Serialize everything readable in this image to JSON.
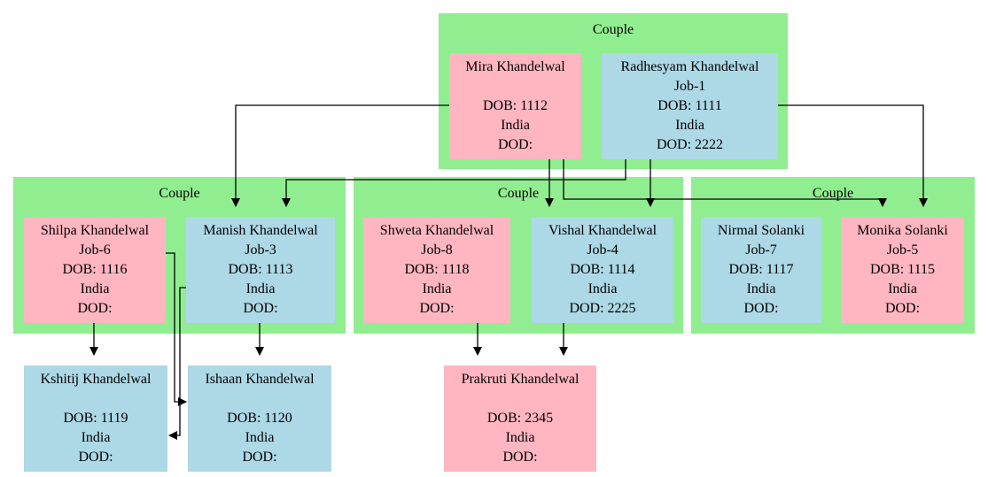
{
  "clusters": {
    "c0": {
      "label": "Couple"
    },
    "c1": {
      "label": "Couple"
    },
    "c2": {
      "label": "Couple"
    },
    "c3": {
      "label": "Couple"
    }
  },
  "people": {
    "mira": {
      "name": "Mira Khandelwal",
      "job": "",
      "dob": "DOB: 1112",
      "country": "India",
      "dod": "DOD:"
    },
    "radhesyam": {
      "name": "Radhesyam Khandelwal",
      "job": "Job-1",
      "dob": "DOB: 1111",
      "country": "India",
      "dod": "DOD: 2222"
    },
    "shilpa": {
      "name": "Shilpa Khandelwal",
      "job": "Job-6",
      "dob": "DOB: 1116",
      "country": "India",
      "dod": "DOD:"
    },
    "manish": {
      "name": "Manish Khandelwal",
      "job": "Job-3",
      "dob": "DOB: 1113",
      "country": "India",
      "dod": "DOD:"
    },
    "shweta": {
      "name": "Shweta Khandelwal",
      "job": "Job-8",
      "dob": "DOB: 1118",
      "country": "India",
      "dod": "DOD:"
    },
    "vishal": {
      "name": "Vishal Khandelwal",
      "job": "Job-4",
      "dob": "DOB: 1114",
      "country": "India",
      "dod": "DOD: 2225"
    },
    "nirmal": {
      "name": "Nirmal Solanki",
      "job": "Job-7",
      "dob": "DOB: 1117",
      "country": "India",
      "dod": "DOD:"
    },
    "monika": {
      "name": "Monika Solanki",
      "job": "Job-5",
      "dob": "DOB: 1115",
      "country": "India",
      "dod": "DOD:"
    },
    "kshitij": {
      "name": "Kshitij Khandelwal",
      "job": "",
      "dob": "DOB: 1119",
      "country": "India",
      "dod": "DOD:"
    },
    "ishaan": {
      "name": "Ishaan Khandelwal",
      "job": "",
      "dob": "DOB: 1120",
      "country": "India",
      "dod": "DOD:"
    },
    "prakruti": {
      "name": "Prakruti Khandelwal",
      "job": "",
      "dob": "DOB: 2345",
      "country": "India",
      "dod": "DOD:"
    }
  },
  "colors": {
    "cluster": "#90ee90",
    "female": "#ffb6c1",
    "male": "#add8e6",
    "edge": "#000000"
  },
  "edges": [
    {
      "from": "mira",
      "to": "manish"
    },
    {
      "from": "mira",
      "to": "vishal"
    },
    {
      "from": "mira",
      "to": "monika"
    },
    {
      "from": "radhesyam",
      "to": "manish"
    },
    {
      "from": "radhesyam",
      "to": "vishal"
    },
    {
      "from": "radhesyam",
      "to": "monika"
    },
    {
      "from": "shilpa",
      "to": "kshitij"
    },
    {
      "from": "shilpa",
      "to": "ishaan"
    },
    {
      "from": "manish",
      "to": "ishaan"
    },
    {
      "from": "manish",
      "to": "kshitij"
    },
    {
      "from": "shweta",
      "to": "prakruti"
    },
    {
      "from": "vishal",
      "to": "prakruti"
    }
  ]
}
